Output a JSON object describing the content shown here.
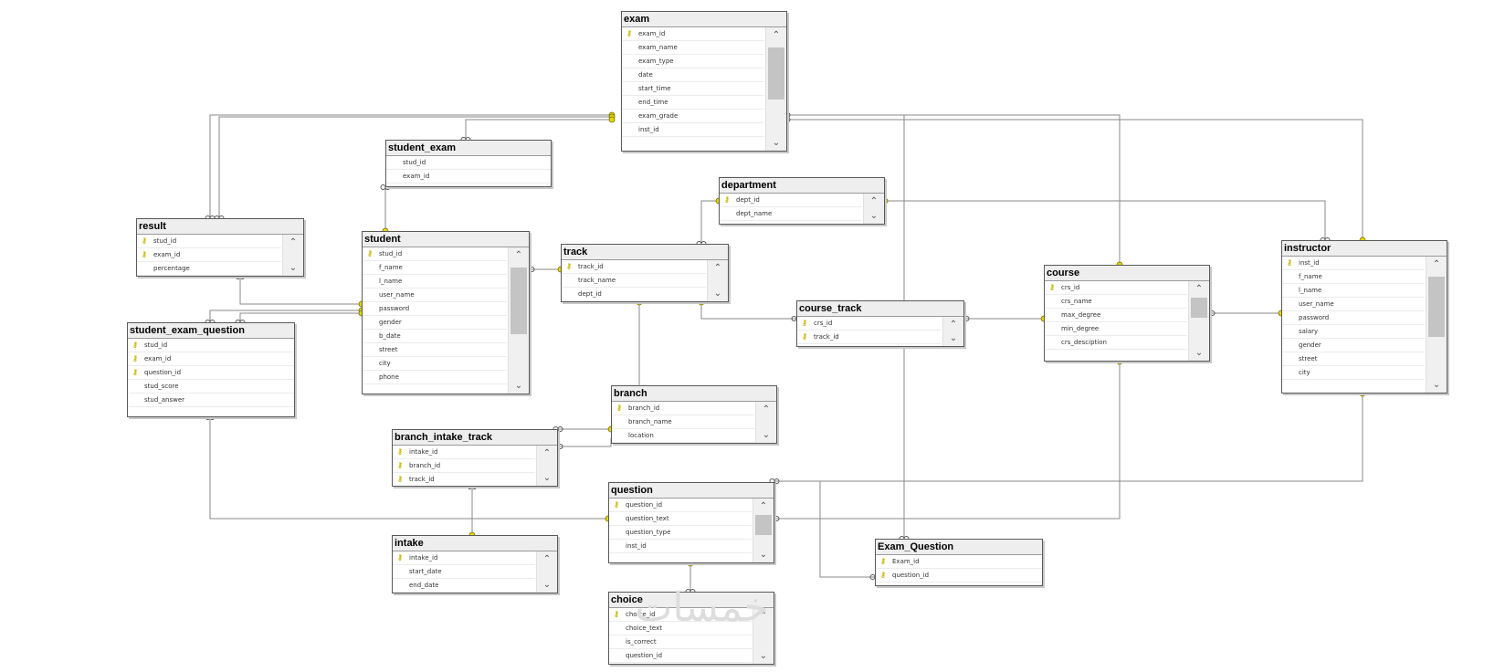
{
  "tables": [
    {
      "id": "exam",
      "title": "exam",
      "scroll": true,
      "columns": [
        {
          "name": "exam_id",
          "pk": true
        },
        {
          "name": "exam_name"
        },
        {
          "name": "exam_type"
        },
        {
          "name": "date"
        },
        {
          "name": "start_time"
        },
        {
          "name": "end_time"
        },
        {
          "name": "exam_grade"
        },
        {
          "name": "inst_id"
        }
      ]
    },
    {
      "id": "student_exam",
      "title": "student_exam",
      "scroll": false,
      "columns": [
        {
          "name": "stud_id"
        },
        {
          "name": "exam_id"
        }
      ]
    },
    {
      "id": "department",
      "title": "department",
      "scroll": true,
      "columns": [
        {
          "name": "dept_id",
          "pk": true
        },
        {
          "name": "dept_name"
        }
      ]
    },
    {
      "id": "result",
      "title": "result",
      "scroll": true,
      "columns": [
        {
          "name": "stud_id",
          "pk": true
        },
        {
          "name": "exam_id",
          "pk": true
        },
        {
          "name": "percentage"
        }
      ]
    },
    {
      "id": "student",
      "title": "student",
      "scroll": true,
      "columns": [
        {
          "name": "stud_id",
          "pk": true
        },
        {
          "name": "f_name"
        },
        {
          "name": "l_name"
        },
        {
          "name": "user_name"
        },
        {
          "name": "password"
        },
        {
          "name": "gender"
        },
        {
          "name": "b_date"
        },
        {
          "name": "street"
        },
        {
          "name": "city"
        },
        {
          "name": "phone"
        }
      ]
    },
    {
      "id": "track",
      "title": "track",
      "scroll": true,
      "columns": [
        {
          "name": "track_id",
          "pk": true
        },
        {
          "name": "track_name"
        },
        {
          "name": "dept_id"
        }
      ]
    },
    {
      "id": "instructor",
      "title": "instructor",
      "scroll": true,
      "columns": [
        {
          "name": "inst_id",
          "pk": true
        },
        {
          "name": "f_name"
        },
        {
          "name": "l_name"
        },
        {
          "name": "user_name"
        },
        {
          "name": "password"
        },
        {
          "name": "salary"
        },
        {
          "name": "gender"
        },
        {
          "name": "street"
        },
        {
          "name": "city"
        }
      ]
    },
    {
      "id": "course",
      "title": "course",
      "scroll": true,
      "columns": [
        {
          "name": "crs_id",
          "pk": true
        },
        {
          "name": "crs_name"
        },
        {
          "name": "max_degree"
        },
        {
          "name": "min_degree"
        },
        {
          "name": "crs_desciption"
        }
      ]
    },
    {
      "id": "course_track",
      "title": "course_track",
      "scroll": true,
      "columns": [
        {
          "name": "crs_id",
          "pk": true
        },
        {
          "name": "track_id",
          "pk": true
        }
      ]
    },
    {
      "id": "student_exam_question",
      "title": "student_exam_question",
      "scroll": false,
      "columns": [
        {
          "name": "stud_id",
          "pk": true
        },
        {
          "name": "exam_id",
          "pk": true
        },
        {
          "name": "question_id",
          "pk": true
        },
        {
          "name": "stud_score"
        },
        {
          "name": "stud_answer"
        }
      ]
    },
    {
      "id": "branch",
      "title": "branch",
      "scroll": true,
      "columns": [
        {
          "name": "branch_id",
          "pk": true
        },
        {
          "name": "branch_name"
        },
        {
          "name": "location"
        }
      ]
    },
    {
      "id": "branch_intake_track",
      "title": "branch_intake_track",
      "scroll": true,
      "columns": [
        {
          "name": "intake_id",
          "pk": true
        },
        {
          "name": "branch_id",
          "pk": true
        },
        {
          "name": "track_id",
          "pk": true
        }
      ]
    },
    {
      "id": "question",
      "title": "question",
      "scroll": true,
      "columns": [
        {
          "name": "question_id",
          "pk": true
        },
        {
          "name": "question_text"
        },
        {
          "name": "question_type"
        },
        {
          "name": "inst_id"
        }
      ]
    },
    {
      "id": "intake",
      "title": "intake",
      "scroll": true,
      "columns": [
        {
          "name": "intake_id",
          "pk": true
        },
        {
          "name": "start_date"
        },
        {
          "name": "end_date"
        }
      ]
    },
    {
      "id": "exam_question",
      "title": "Exam_Question",
      "scroll": false,
      "columns": [
        {
          "name": "Exam_id",
          "pk": true
        },
        {
          "name": "question_id",
          "pk": true
        }
      ]
    },
    {
      "id": "choice",
      "title": "choice",
      "scroll": true,
      "columns": [
        {
          "name": "choice_id",
          "pk": true
        },
        {
          "name": "choice_text"
        },
        {
          "name": "is_correct"
        },
        {
          "name": "question_id"
        }
      ]
    }
  ],
  "relationships": [
    {
      "from": "exam",
      "to": "student_exam"
    },
    {
      "from": "exam",
      "to": "result"
    },
    {
      "from": "exam",
      "to": "student_exam_question"
    },
    {
      "from": "exam",
      "to": "exam_question"
    },
    {
      "from": "instructor",
      "to": "exam"
    },
    {
      "from": "instructor",
      "to": "question"
    },
    {
      "from": "instructor",
      "to": "department"
    },
    {
      "from": "instructor",
      "to": "course"
    },
    {
      "from": "course",
      "to": "exam"
    },
    {
      "from": "course",
      "to": "question"
    },
    {
      "from": "course",
      "to": "course_track"
    },
    {
      "from": "student",
      "to": "student_exam"
    },
    {
      "from": "student",
      "to": "result"
    },
    {
      "from": "student",
      "to": "student_exam_question"
    },
    {
      "from": "student",
      "to": "track"
    },
    {
      "from": "department",
      "to": "track"
    },
    {
      "from": "track",
      "to": "course_track"
    },
    {
      "from": "track",
      "to": "branch"
    },
    {
      "from": "branch",
      "to": "branch_intake_track"
    },
    {
      "from": "intake",
      "to": "branch_intake_track"
    },
    {
      "from": "question",
      "to": "student_exam_question"
    },
    {
      "from": "question",
      "to": "choice"
    },
    {
      "from": "question",
      "to": "exam_question"
    }
  ],
  "icons": {
    "primary_key": "key-icon",
    "scroll_up": "chevron-up-icon",
    "scroll_down": "chevron-down-icon"
  },
  "colors": {
    "key": "#e8d400",
    "line": "#8a8a8a",
    "header": "#eeeeee"
  },
  "watermark": "خمسات"
}
